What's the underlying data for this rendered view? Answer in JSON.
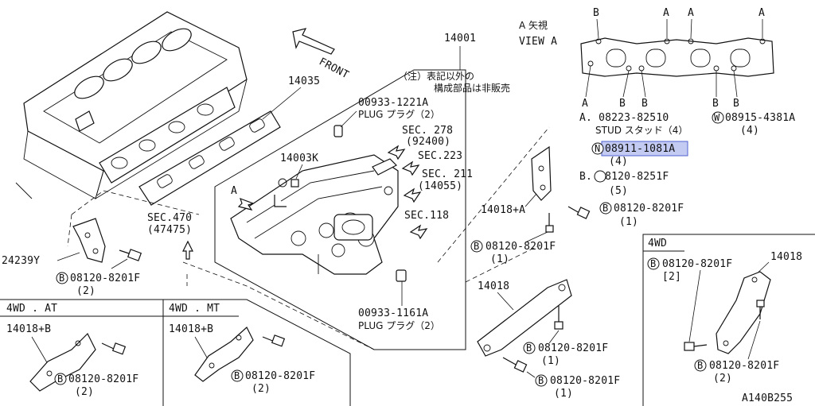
{
  "diagram": {
    "ref_id": "A140B255",
    "front_label": "FRONT",
    "view_label_jp": "A 矢視",
    "view_label_en": "VIEW A",
    "note_jp_line1": "（注）表記以外の",
    "note_jp_line2": "構成部品は非販売",
    "highlight_color": "#b9c3f2",
    "parts": {
      "p14001": "14001",
      "p14035": "14035",
      "p14003k": "14003K",
      "p24239y": "24239Y",
      "plug1_num": "00933-1221A",
      "plug1_desc": "PLUG プラグ（2）",
      "plug2_num": "00933-1161A",
      "plug2_desc": "PLUG プラグ（2）",
      "sec278": "SEC. 278",
      "sec278_sub": "(92400)",
      "sec223": "SEC.223",
      "sec211": "SEC. 211",
      "sec211_sub": "(14055)",
      "sec118": "SEC.118",
      "sec470": "SEC.470",
      "sec470_sub": "(47475)",
      "p14018_a": "14018+A",
      "p14018": "14018",
      "p14018_b": "14018+B",
      "bolt_num": "08120-8201F",
      "qty1": "(1)",
      "qty2": "(2)",
      "qty_bracket2": "[2]",
      "stud_num": "A. 08223-82510",
      "stud_desc": "STUD スタッド（4）",
      "washer_num": "08915-4381A",
      "washer_qty": "(4)",
      "nut_num": "08911-1081A",
      "nut_qty": "(4)",
      "bolt_b_num": "B. 08120-8251F",
      "bolt_b_qty": "(5)",
      "letter_a": "A",
      "letter_b": "B",
      "circle_b": "B",
      "circle_n": "N",
      "circle_w": "W"
    },
    "boxes": {
      "awd_at": "4WD . AT",
      "awd_mt": "4WD . MT",
      "awd": "4WD"
    }
  }
}
